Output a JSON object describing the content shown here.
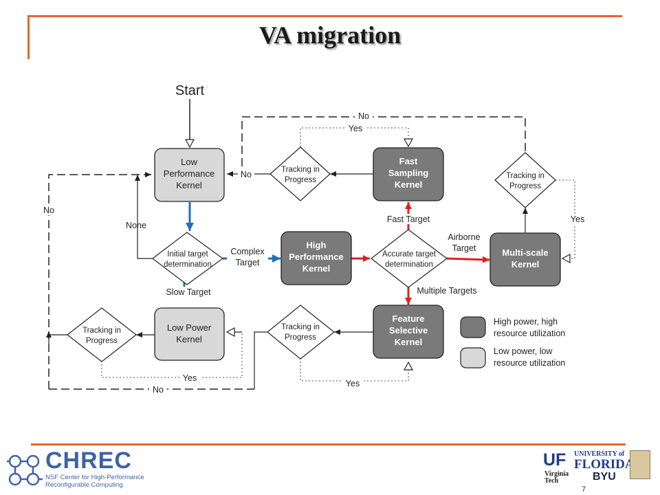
{
  "title": "VA migration",
  "colors": {
    "accent_rule": "#e8642c",
    "dark_kernel_fill": "#7a7a7a",
    "light_kernel_fill": "#d8d8d8",
    "blue_arrow": "#1f6fb8",
    "red_arrow": "#e02020"
  },
  "diagram": {
    "start": "Start",
    "kernels": {
      "low_performance": [
        "Low",
        "Performance",
        "Kernel"
      ],
      "fast_sampling": [
        "Fast",
        "Sampling",
        "Kernel"
      ],
      "high_performance": [
        "High",
        "Performance",
        "Kernel"
      ],
      "multi_scale": [
        "Multi-scale",
        "Kernel"
      ],
      "low_power": [
        "Low Power",
        "Kernel"
      ],
      "feature_selective": [
        "Feature",
        "Selective",
        "Kernel"
      ]
    },
    "decisions": {
      "tracking_top": [
        "Tracking in",
        "Progress"
      ],
      "tracking_right": [
        "Tracking in",
        "Progress"
      ],
      "initial_target": [
        "Initial target",
        "determination"
      ],
      "accurate_target": [
        "Accurate target",
        "determination"
      ],
      "tracking_bottom_left": [
        "Tracking in",
        "Progress"
      ],
      "tracking_bottom_mid": [
        "Tracking in",
        "Progress"
      ]
    },
    "labels": {
      "no_top": "No",
      "yes_top": "Yes",
      "no_left_entry": "No",
      "no_far_left": "No",
      "none": "None",
      "complex_target": [
        "Complex",
        "Target"
      ],
      "fast_target": "Fast Target",
      "airborne_target": [
        "Airborne",
        "Target"
      ],
      "yes_right": "Yes",
      "slow_target": "Slow Target",
      "multiple_targets": "Multiple Targets",
      "yes_bottom_left": "Yes",
      "no_bottom": "No",
      "yes_bottom_right": "Yes"
    },
    "legend": {
      "high": [
        "High power, high",
        "resource utilization"
      ],
      "low": [
        "Low power, low",
        "resource utilization"
      ]
    }
  },
  "footer": {
    "chrec_name": "CHREC",
    "chrec_subtitle": [
      "NSF Center for High-Performance",
      "Reconfigurable Computing"
    ],
    "uf": "UF",
    "uf_university_of": "UNIVERSITY of",
    "uf_florida": "FLORIDA",
    "vt": [
      "Virginia",
      "Tech"
    ],
    "byu": "BYU",
    "page_number": "7"
  }
}
